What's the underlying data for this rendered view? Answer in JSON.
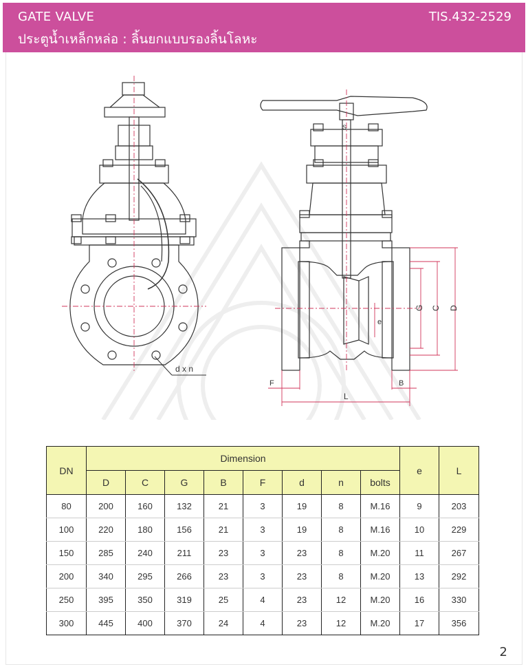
{
  "header": {
    "title": "GATE VALVE",
    "subtitle": "ประตูน้ำเหล็กหล่อ : ลิ้นยกแบบรองลิ้นโลหะ",
    "code": "TIS.432-2529"
  },
  "drawing_labels": {
    "bolt": "d x n",
    "s": "S",
    "e": "e",
    "g": "G",
    "c": "C",
    "d": "D",
    "f": "F",
    "b": "B",
    "l": "L"
  },
  "table": {
    "dn_header": "DN",
    "group_header": "Dimension",
    "sub_headers": [
      "D",
      "C",
      "G",
      "B",
      "F",
      "d",
      "n",
      "bolts"
    ],
    "e_header": "e",
    "l_header": "L",
    "rows": [
      [
        "80",
        "200",
        "160",
        "132",
        "21",
        "3",
        "19",
        "8",
        "M.16",
        "9",
        "203"
      ],
      [
        "100",
        "220",
        "180",
        "156",
        "21",
        "3",
        "19",
        "8",
        "M.16",
        "10",
        "229"
      ],
      [
        "150",
        "285",
        "240",
        "211",
        "23",
        "3",
        "23",
        "8",
        "M.20",
        "11",
        "267"
      ],
      [
        "200",
        "340",
        "295",
        "266",
        "23",
        "3",
        "23",
        "8",
        "M.20",
        "13",
        "292"
      ],
      [
        "250",
        "395",
        "350",
        "319",
        "25",
        "4",
        "23",
        "12",
        "M.20",
        "16",
        "330"
      ],
      [
        "300",
        "445",
        "400",
        "370",
        "24",
        "4",
        "23",
        "12",
        "M.20",
        "17",
        "356"
      ]
    ]
  },
  "page_number": "2",
  "colors": {
    "header_bg": "#cc4f9c",
    "table_header_bg": "#f4f6b3",
    "dimension_line": "#d0345a"
  }
}
